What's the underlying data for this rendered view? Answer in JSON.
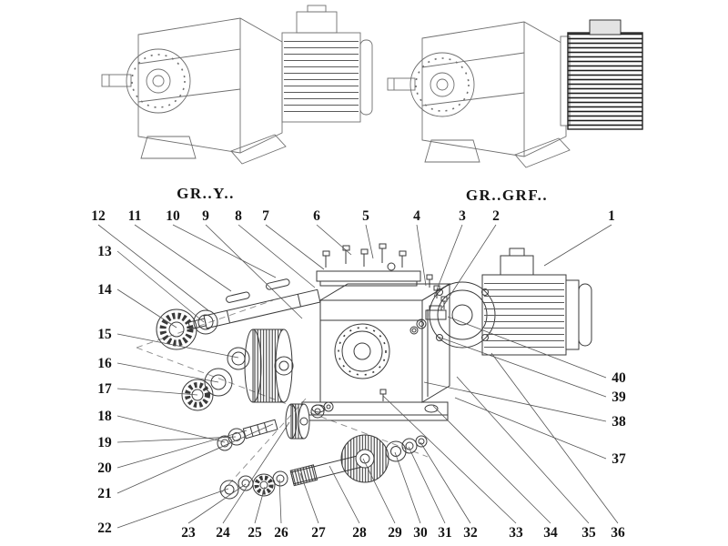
{
  "titles": {
    "left_model": "GR..Y..",
    "right_model": "GR..GRF.."
  },
  "callouts": {
    "top": [
      "12",
      "11",
      "10",
      "9",
      "8",
      "7",
      "6",
      "5",
      "4",
      "3",
      "2",
      "1"
    ],
    "left": [
      "13",
      "14",
      "15",
      "16",
      "17",
      "18",
      "19",
      "20",
      "21",
      "22"
    ],
    "bottom": [
      "23",
      "24",
      "25",
      "26",
      "27",
      "28",
      "29",
      "30",
      "31",
      "32",
      "33",
      "34",
      "35",
      "36"
    ],
    "right": [
      "40",
      "39",
      "38",
      "37"
    ]
  },
  "colors": {
    "ink": "#3a3a3a",
    "light_ink": "#6f6f6f",
    "background": "#ffffff"
  }
}
